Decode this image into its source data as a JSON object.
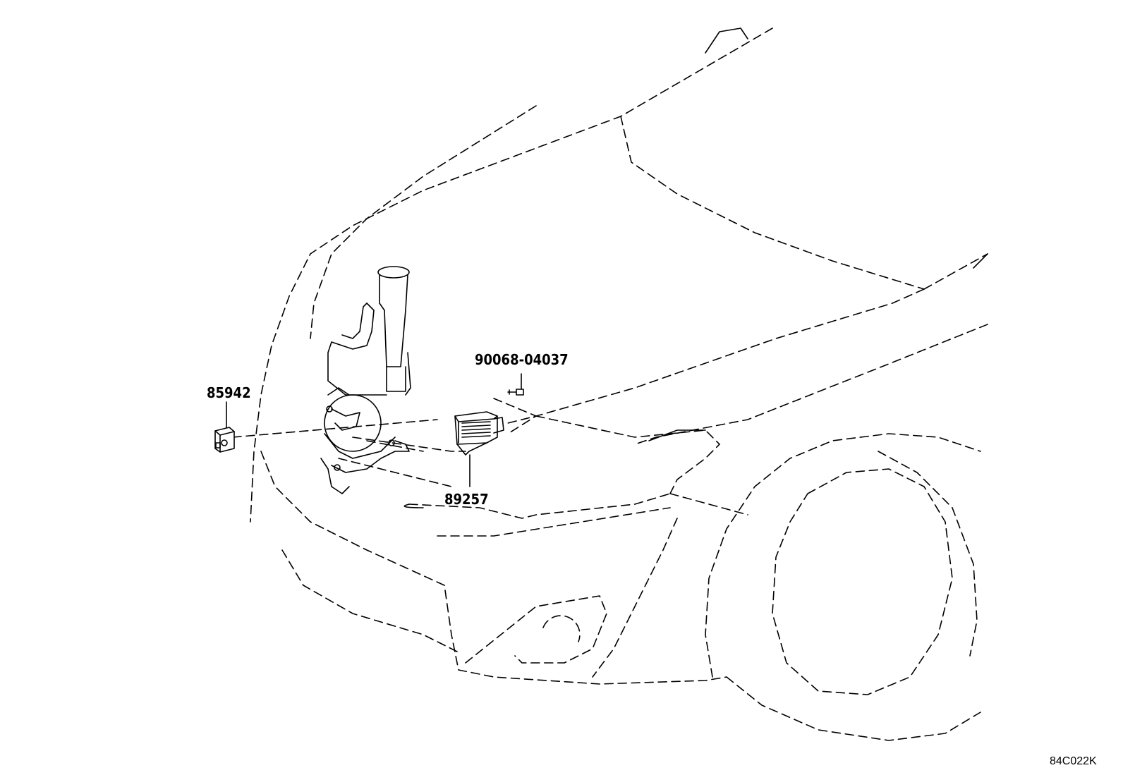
{
  "diagram": {
    "parts": [
      {
        "number": "90068-04037",
        "icon": "bolt-icon"
      },
      {
        "number": "85942",
        "icon": "sensor-connector-icon"
      },
      {
        "number": "89257",
        "icon": "control-module-icon"
      }
    ],
    "reference_code": "84C022K"
  }
}
